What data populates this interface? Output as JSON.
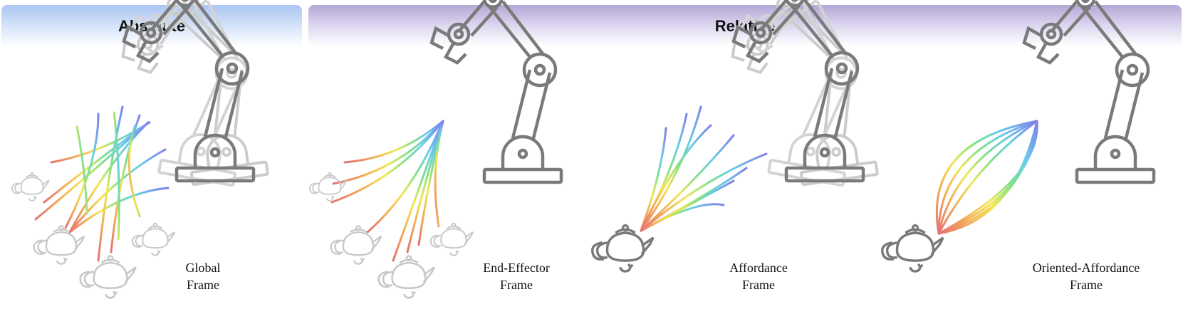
{
  "headers": {
    "absolute": "Absolute",
    "relative": "Relative"
  },
  "panels": [
    {
      "id": "global",
      "caption_line1": "Global",
      "caption_line2": "Frame"
    },
    {
      "id": "end-effector",
      "caption_line1": "End-Effector",
      "caption_line2": "Frame"
    },
    {
      "id": "affordance",
      "caption_line1": "Affordance",
      "caption_line2": "Frame"
    },
    {
      "id": "oriented-affordance",
      "caption_line1": "Oriented-Affordance",
      "caption_line2": "Frame"
    }
  ],
  "colors": {
    "absolute_header": "#a9c5f1",
    "relative_header": "#b4a7d6",
    "robot": "#7a7a7a",
    "ghost_robot": "#c9c9c9",
    "teapot": "#7a7a7a",
    "ghost_teapot": "#c8c8c8",
    "trajectory_start": "#e05a5a",
    "trajectory_end": "#6a6ae8"
  },
  "icons": [
    "robot-arm-icon",
    "teapot-icon",
    "trajectory-bundle"
  ]
}
